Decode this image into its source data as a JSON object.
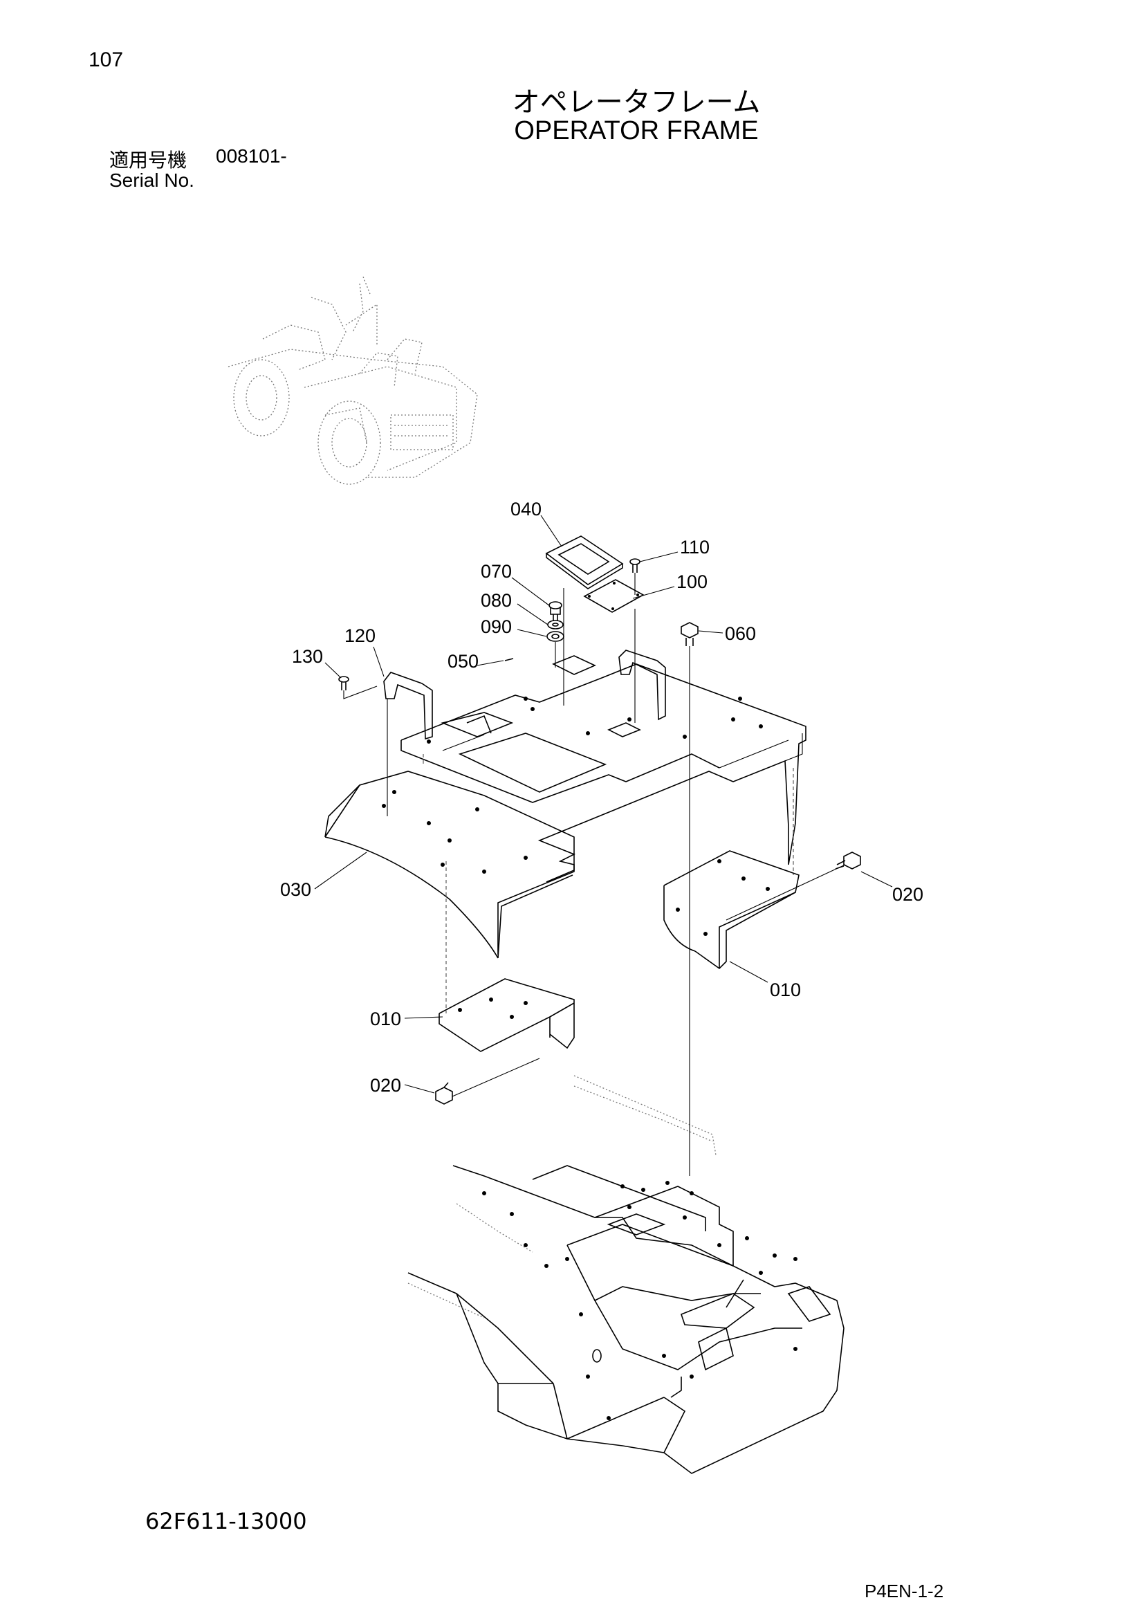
{
  "page": {
    "number": "107",
    "title_jp": "オペレータフレーム",
    "title_en": "OPERATOR FRAME",
    "serial_label_jp": "適用号機",
    "serial_value": "008101-",
    "serial_label_en": "Serial No.",
    "part_code": "62F611-13000",
    "page_code": "P4EN-1-2"
  },
  "callouts": {
    "c040": "040",
    "c110": "110",
    "c070": "070",
    "c100": "100",
    "c080": "080",
    "c090": "090",
    "c060": "060",
    "c120": "120",
    "c130": "130",
    "c050": "050",
    "c030": "030",
    "c020a": "020",
    "c010a": "010",
    "c010b": "010",
    "c020b": "020"
  }
}
